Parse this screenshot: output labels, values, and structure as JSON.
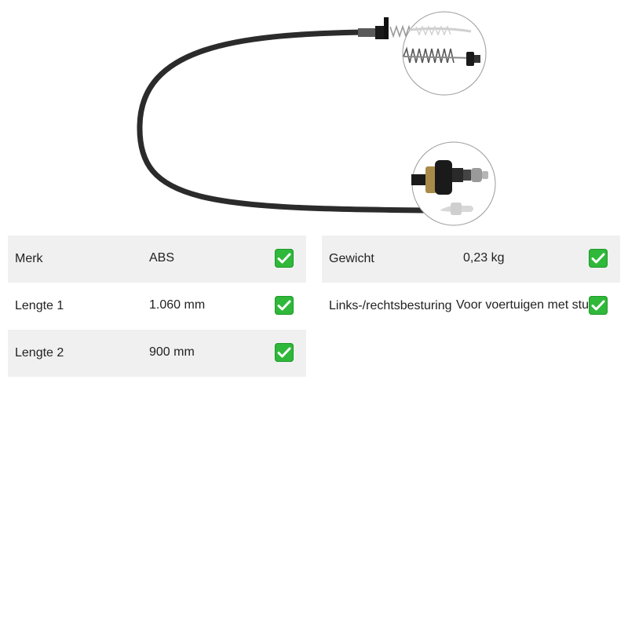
{
  "colors": {
    "row_shade": "#f0f0f0",
    "check_green": "#2fb83a",
    "cable": "#2b2b2b"
  },
  "product_image": {
    "icon": "throttle-cable-image"
  },
  "specs_left": [
    {
      "label": "Merk",
      "value": "ABS",
      "icon": "check-mark-icon"
    },
    {
      "label": "Lengte 1",
      "value": "1.060 mm",
      "icon": "check-mark-icon"
    },
    {
      "label": "Lengte 2",
      "value": "900 mm",
      "icon": "check-mark-icon"
    }
  ],
  "specs_right": [
    {
      "label": "Gewicht",
      "value": "0,23 kg",
      "icon": "check-mark-icon"
    },
    {
      "label": "Links-/rechtsbesturing",
      "value": "Voor voertuigen met stuur",
      "icon": "check-mark-icon"
    }
  ]
}
